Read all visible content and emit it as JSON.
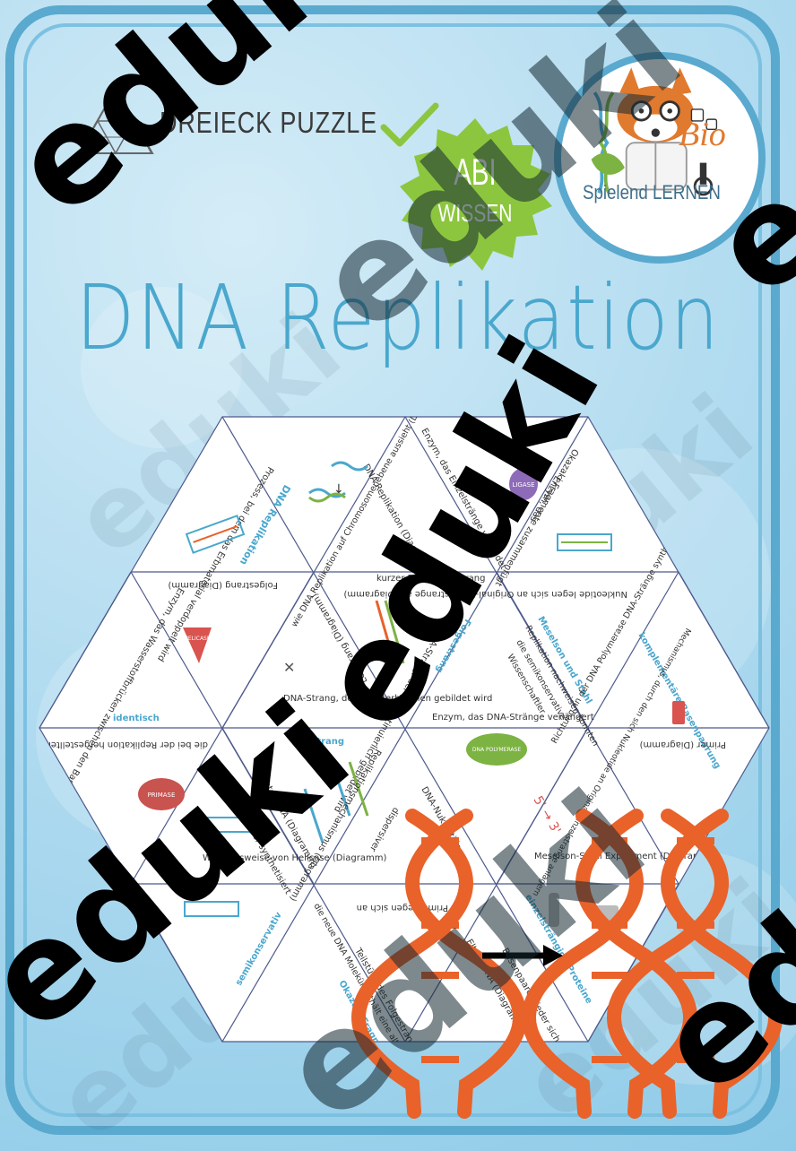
{
  "header": {
    "puzzle_title": "DREIECK PUZZLE",
    "badge_line1": "ABI",
    "badge_line2": "WISSEN",
    "brand_bio": "Bio",
    "brand_sub": "Spielend LERNEN"
  },
  "title": "DNA Replikation",
  "watermark": "eduki",
  "colors": {
    "accent_blue": "#4aa7cd",
    "frame_blue": "#5aa9cf",
    "badge_green": "#8cc63f",
    "dna_orange": "#e8622a",
    "helicase_red": "#d9534f",
    "ligase_purple": "#8e6bb8",
    "primer_red": "#c9534f",
    "polymerase_green": "#7cb342"
  },
  "puzzle": {
    "labels": {
      "t1": "DNA Replikation",
      "t1b": "Prozess, bei dem das Erbmaterial verdoppelt wird",
      "t2": "DNA Replikation (Diagramm)",
      "t3": "Enzym, das Einzelstränge verbindet",
      "t3b": "LIGASE",
      "t4": "Okazaki-Fragmente zusammenfügt",
      "t4b": "Enzym, das",
      "t5": "Folgestrang (Diagramm)",
      "t6": "wie DNA Replikation auf Chromosomenebene aussieht (Diagramm)",
      "t7": "kurzer DNA Einzelstrang",
      "t8": "Nukleotide legen sich an Original-Einzelstrange an (Diagramm)",
      "t9": "Enzym, das Wasserstoffbrücken zwischen den Basenpaaren löst",
      "t9b": "HELICASE",
      "t10": "Leitstrang (Diagramm)",
      "t11": "Folgestrang",
      "t11b": "DNA-Strang, der diskontinuierlich gebildet wird",
      "t12": "Meselson und Stahl",
      "t12b": "Replikation nachweisen konnten",
      "t12c": "die semikonservative",
      "t12d": "Wissenschaftler,",
      "t13": "komplementäre Basenpaarung",
      "t13b": "Mechanismus, durch den sich Nukleotide an Original-Einzelstrange anlagern",
      "t14": "identisch",
      "t14b": "DNA-Strang, der ununterbrochen gebildet wird",
      "t15": "Enzym, das DNA-Stränge verlängert",
      "t16": "die bei der Replikation hergestellten Tochter-DNA Moleküle sind...",
      "t17": "Leitstrang",
      "t17b": "Tochter DNA (Diagramm)",
      "t18": "Replikationsmechanismus (Diagramm)",
      "t18b": "dispersiver",
      "t19": "DNA POLYMERASE",
      "t19b": "Richtung, in der DNA Polymerase DNA-Stränge synthetisiert",
      "t20": "Primer (Diagramm)",
      "t21": "PRIMASE",
      "t21b": "Enzym, das Primer synthetisiert",
      "t22": "Wirkungsweise von Helicase (Diagramm)",
      "t23": "DNA-Nukleotide",
      "t24": "Meselson-Stahl Experiment (Diagramm)",
      "t25": "semikonservativ",
      "t26": "Okazaki Fragment",
      "t26b": "die neue DNA Molekül enthält eine alte und eine neue Strang",
      "t27": "Primer legen sich an",
      "t27b": "Teilstück des Folgestrangs",
      "t28": "Eltern-DNA (Diagramm)",
      "t29": "einzelsträngige Proteine",
      "t29b": "Basenpaare wieder sich verbinden",
      "t30": "5' → 3'"
    }
  }
}
